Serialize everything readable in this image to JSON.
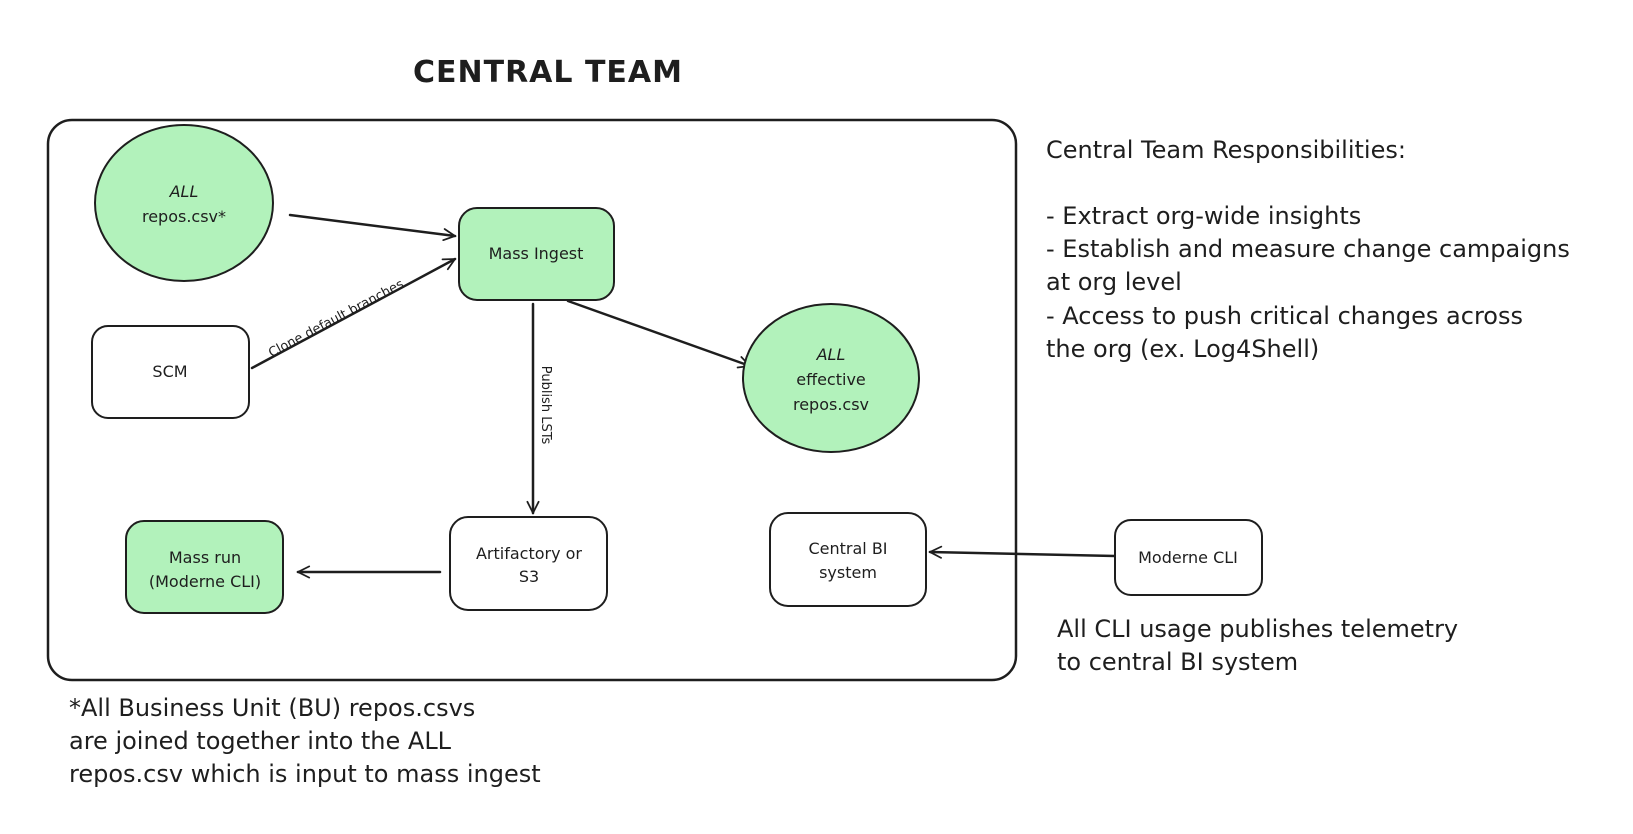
{
  "title": "CENTRAL TEAM",
  "colors": {
    "green_fill": "#b2f2bb",
    "stroke": "#1e1e1e",
    "white_fill": "#ffffff"
  },
  "nodes": {
    "all_repos": {
      "lines": [
        "ALL",
        "repos.csv*"
      ],
      "shape": "ellipse",
      "fill": "green"
    },
    "mass_ingest": {
      "lines": [
        "Mass Ingest"
      ],
      "shape": "rounded-rect",
      "fill": "green"
    },
    "scm": {
      "lines": [
        "SCM"
      ],
      "shape": "rounded-rect",
      "fill": "white"
    },
    "all_effective": {
      "lines": [
        "ALL",
        "effective",
        "repos.csv"
      ],
      "shape": "ellipse",
      "fill": "green"
    },
    "artifactory": {
      "lines": [
        "Artifactory or",
        "S3"
      ],
      "shape": "rounded-rect",
      "fill": "white"
    },
    "mass_run": {
      "lines": [
        "Mass run",
        "(Moderne CLI)"
      ],
      "shape": "rounded-rect",
      "fill": "green"
    },
    "central_bi": {
      "lines": [
        "Central BI",
        "system"
      ],
      "shape": "rounded-rect",
      "fill": "white"
    },
    "moderne_cli": {
      "lines": [
        "Moderne CLI"
      ],
      "shape": "rounded-rect",
      "fill": "white"
    }
  },
  "edges": [
    {
      "from": "all_repos",
      "to": "mass_ingest",
      "label": ""
    },
    {
      "from": "scm",
      "to": "mass_ingest",
      "label": "Clone default branches"
    },
    {
      "from": "mass_ingest",
      "to": "all_effective",
      "label": ""
    },
    {
      "from": "mass_ingest",
      "to": "artifactory",
      "label": "Publish LSTs"
    },
    {
      "from": "artifactory",
      "to": "mass_run",
      "label": ""
    },
    {
      "from": "moderne_cli",
      "to": "central_bi",
      "label": ""
    }
  ],
  "responsibilities": {
    "heading": "Central Team Responsibilities:",
    "lines": [
      "- Extract org-wide insights",
      "- Establish and measure change campaigns",
      "at org level",
      "- Access to push critical changes across",
      "the org (ex. Log4Shell)"
    ]
  },
  "telemetry_note": {
    "lines": [
      "All CLI usage publishes telemetry",
      "to central BI system"
    ]
  },
  "footnote": {
    "lines": [
      "*All Business Unit (BU) repos.csvs",
      "are joined together into the ALL",
      "repos.csv which is input to mass ingest"
    ]
  }
}
